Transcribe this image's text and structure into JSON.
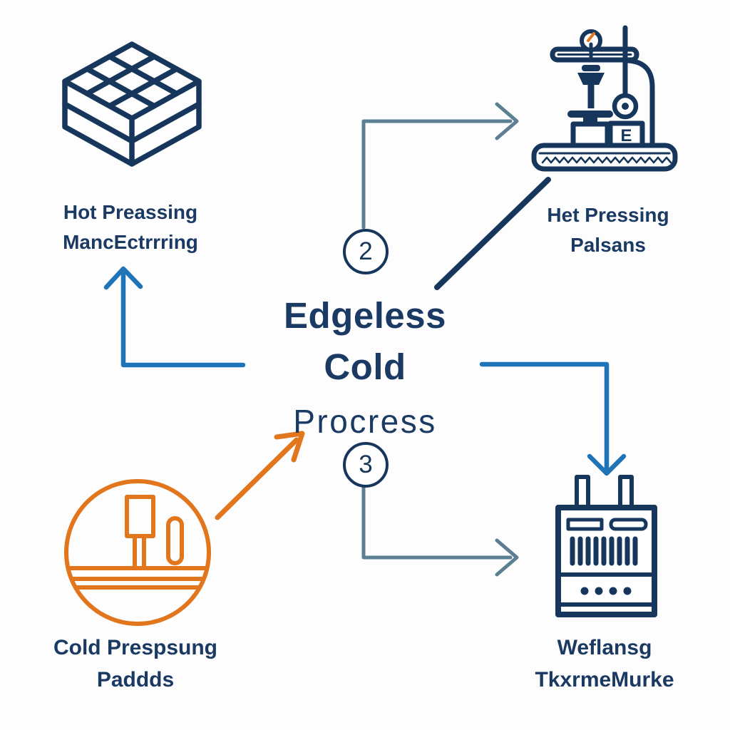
{
  "colors": {
    "navy": "#16365c",
    "text_navy": "#1b3a63",
    "blue": "#1f74b8",
    "slate": "#5c7f93",
    "orange": "#e2761d",
    "background": "#fdfdfd"
  },
  "title": {
    "line1": "Edgeless",
    "line2": "Cold",
    "line3": "Procress"
  },
  "steps": {
    "two": "2",
    "three": "3"
  },
  "nodes": {
    "top_left": {
      "icon": "stacked-grid-block-icon",
      "label_line1": "Hot Preassing",
      "label_line2": "MancEctrrring"
    },
    "top_right": {
      "icon": "press-machine-icon",
      "machine_letter": "E",
      "label_line1": "Het Pressing",
      "label_line2": "Palsans"
    },
    "bottom_left": {
      "icon": "cold-press-circle-icon",
      "label_line1": "Cold Prespsung",
      "label_line2": "Paddds"
    },
    "bottom_right": {
      "icon": "welding-module-icon",
      "label_line1": "Weflansg",
      "label_line2": "TkxrmeMurke"
    }
  }
}
